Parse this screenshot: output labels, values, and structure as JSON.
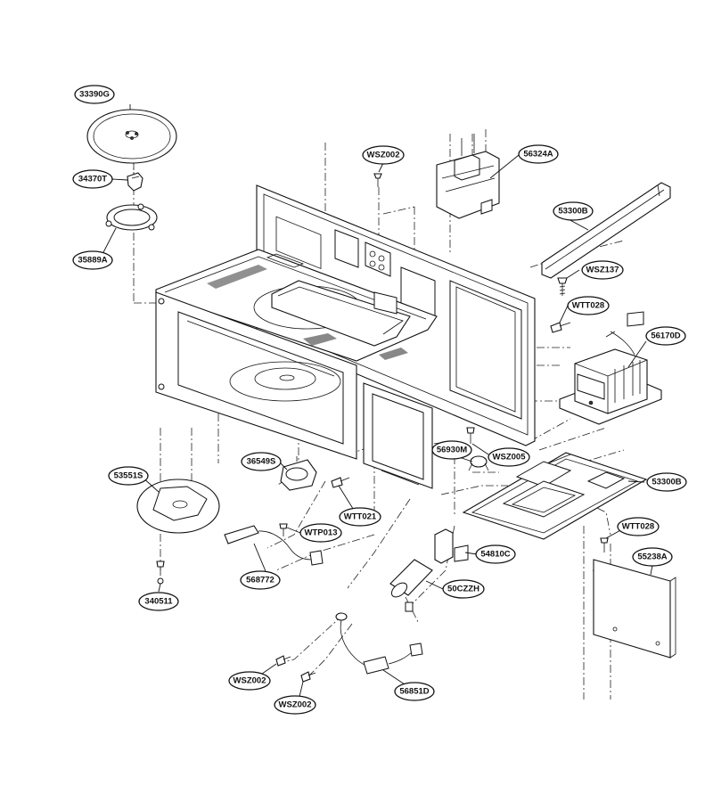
{
  "callouts": [
    {
      "id": "c-33390G",
      "label": "33390G"
    },
    {
      "id": "c-34370T",
      "label": "34370T"
    },
    {
      "id": "c-35889A",
      "label": "35889A"
    },
    {
      "id": "c-WSZ002-top",
      "label": "WSZ002"
    },
    {
      "id": "c-56324A",
      "label": "56324A"
    },
    {
      "id": "c-53300B-top",
      "label": "53300B"
    },
    {
      "id": "c-WSZ137",
      "label": "WSZ137"
    },
    {
      "id": "c-WTT028-top",
      "label": "WTT028"
    },
    {
      "id": "c-56170D",
      "label": "56170D"
    },
    {
      "id": "c-56930M",
      "label": "56930M"
    },
    {
      "id": "c-WSZ005",
      "label": "WSZ005"
    },
    {
      "id": "c-53300B-bottom",
      "label": "53300B"
    },
    {
      "id": "c-53551S",
      "label": "53551S"
    },
    {
      "id": "c-36549S",
      "label": "36549S"
    },
    {
      "id": "c-WTT021",
      "label": "WTT021"
    },
    {
      "id": "c-WTP013",
      "label": "WTP013"
    },
    {
      "id": "c-WTT028-bottom",
      "label": "WTT028"
    },
    {
      "id": "c-55238A",
      "label": "55238A"
    },
    {
      "id": "c-54810C",
      "label": "54810C"
    },
    {
      "id": "c-568772",
      "label": "568772"
    },
    {
      "id": "c-50CZZH",
      "label": "50CZZH"
    },
    {
      "id": "c-340511",
      "label": "340511"
    },
    {
      "id": "c-WSZ002-left",
      "label": "WSZ002"
    },
    {
      "id": "c-56851D",
      "label": "56851D"
    },
    {
      "id": "c-WSZ002-bottom",
      "label": "WSZ002"
    }
  ]
}
